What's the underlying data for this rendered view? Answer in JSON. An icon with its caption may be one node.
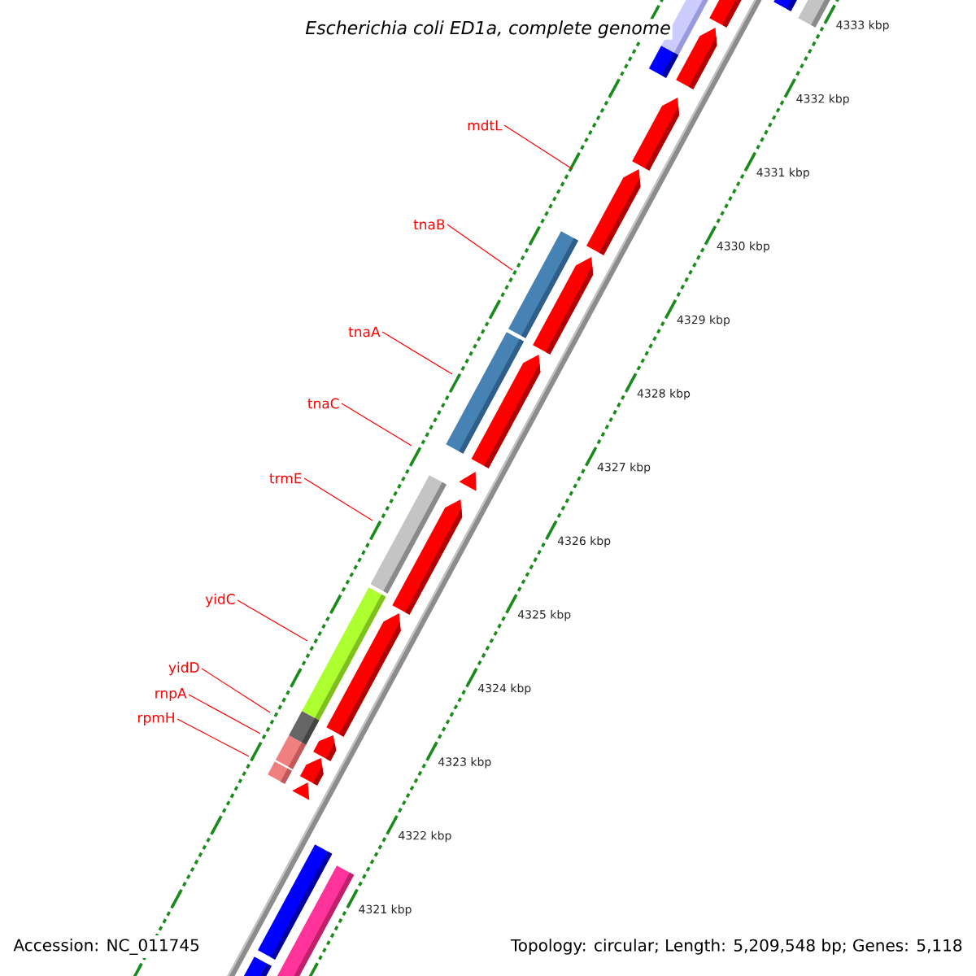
{
  "diagram": {
    "title": "Escherichia coli ED1a, complete genome",
    "nodes": [
      {
        "text": [
          "mdtL"
        ]
      },
      {
        "text": [
          "tnaB"
        ]
      },
      {
        "text": [
          "tnaA"
        ]
      },
      {
        "text": [
          "tnaC"
        ]
      },
      {
        "text": [
          "trmE"
        ]
      },
      {
        "text": [
          "yidC"
        ]
      },
      {
        "text": [
          "yidD"
        ]
      },
      {
        "text": [
          "rnpA"
        ]
      },
      {
        "text": [
          "rpmH"
        ]
      }
    ],
    "edges": [
      {
        "from": 0,
        "to": null,
        "arrow": "none"
      },
      {
        "from": 1,
        "to": null,
        "arrow": "none"
      },
      {
        "from": 2,
        "to": null,
        "arrow": "none"
      },
      {
        "from": 3,
        "to": null,
        "arrow": "none"
      },
      {
        "from": 4,
        "to": null,
        "arrow": "none"
      },
      {
        "from": 5,
        "to": null,
        "arrow": "none"
      },
      {
        "from": 6,
        "to": null,
        "arrow": "none"
      },
      {
        "from": 7,
        "to": null,
        "arrow": "none"
      },
      {
        "from": 8,
        "to": null,
        "arrow": "none"
      }
    ],
    "labels": [
      "4333 kbp",
      "4332 kbp",
      "4331 kbp",
      "4330 kbp",
      "4329 kbp",
      "4328 kbp",
      "4327 kbp",
      "4326 kbp",
      "4325 kbp",
      "4324 kbp",
      "4323 kbp",
      "4322 kbp",
      "4321 kbp",
      "Accession: NC_011745",
      "Topology: circular; Length: 5,209,548 bp; Genes: 5,118"
    ]
  }
}
